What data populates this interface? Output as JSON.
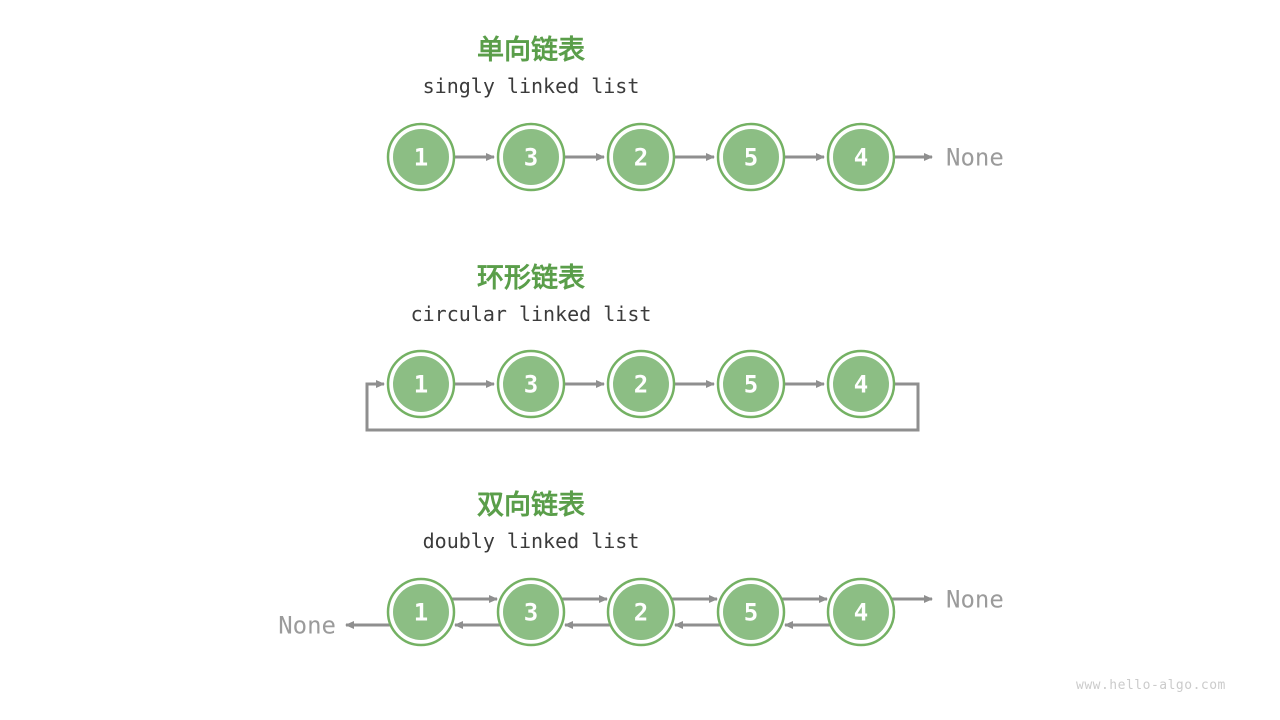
{
  "page": {
    "watermark": "www.hello-algo.com",
    "background": "#ffffff"
  },
  "colors": {
    "node_fill": "#8CBE84",
    "node_border": "#74B163",
    "node_value_text": "#ffffff",
    "arrow": "#8F8F8F",
    "title_green": "#5A9E4A",
    "subtitle_text": "#3B3B3B",
    "none_text": "#9B9B9B",
    "watermark_text": "#CBCBCB"
  },
  "sections": [
    {
      "id": "singly",
      "type": "singly",
      "title": "单向链表",
      "subtitle": "singly linked list",
      "values": [
        "1",
        "3",
        "2",
        "5",
        "4"
      ],
      "tail_label": "None"
    },
    {
      "id": "circular",
      "type": "circular",
      "title": "环形链表",
      "subtitle": "circular linked list",
      "values": [
        "1",
        "3",
        "2",
        "5",
        "4"
      ]
    },
    {
      "id": "doubly",
      "type": "doubly",
      "title": "双向链表",
      "subtitle": "doubly linked list",
      "values": [
        "1",
        "3",
        "2",
        "5",
        "4"
      ],
      "head_label": "None",
      "tail_label": "None"
    }
  ]
}
